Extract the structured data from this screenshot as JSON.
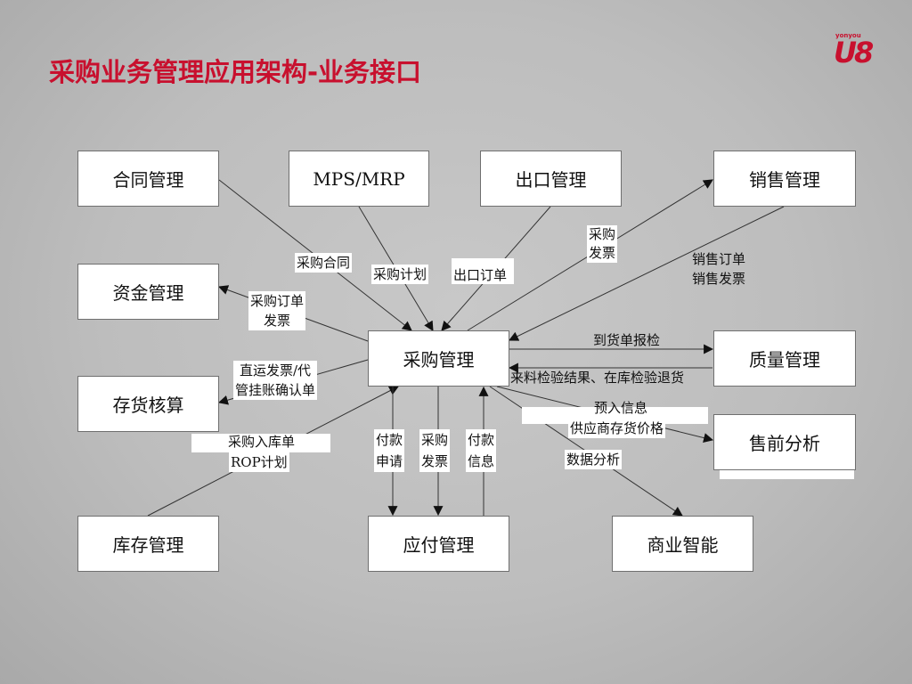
{
  "title": "采购业务管理应用架构-业务接口",
  "logo": {
    "small": "yonyou",
    "big": "U8"
  },
  "boxes": {
    "hetong": "合同管理",
    "mps": "MPS/MRP",
    "chukou": "出口管理",
    "xiaoshou": "销售管理",
    "zijin": "资金管理",
    "caigou": "采购管理",
    "zhiliang": "质量管理",
    "cunhuo": "存货核算",
    "shouqian": "售前分析",
    "kucun": "库存管理",
    "yingfu": "应付管理",
    "shangye": "商业智能"
  },
  "labels": {
    "caigou_hetong": "采购合同",
    "caigou_jihua": "采购计划",
    "chukou_dingdan": "出口订单",
    "caigou_fapiao_1": "采购",
    "caigou_fapiao_2": "发票",
    "xiaoshou_dingdan": "销售订单",
    "xiaoshou_fapiao": "销售发票",
    "dingdan_fapiao_1": "采购订单",
    "dingdan_fapiao_2": "发票",
    "daohuo": "到货单报检",
    "zhiyun_1": "直运发票/代",
    "zhiyun_2": "管挂账确认单",
    "laoliao": "来料检验结果、在库检验退货",
    "yuru": "预入信息",
    "gongying": "供应商存货价格",
    "ruku": "采购入库单",
    "rop": "ROP计划",
    "fukuan_shenqing_1": "付款",
    "fukuan_shenqing_2": "申请",
    "caigou_fapiao2_1": "采购",
    "caigou_fapiao2_2": "发票",
    "fukuan_xinxi_1": "付款",
    "fukuan_xinxi_2": "信息",
    "shuju": "数据分析"
  }
}
